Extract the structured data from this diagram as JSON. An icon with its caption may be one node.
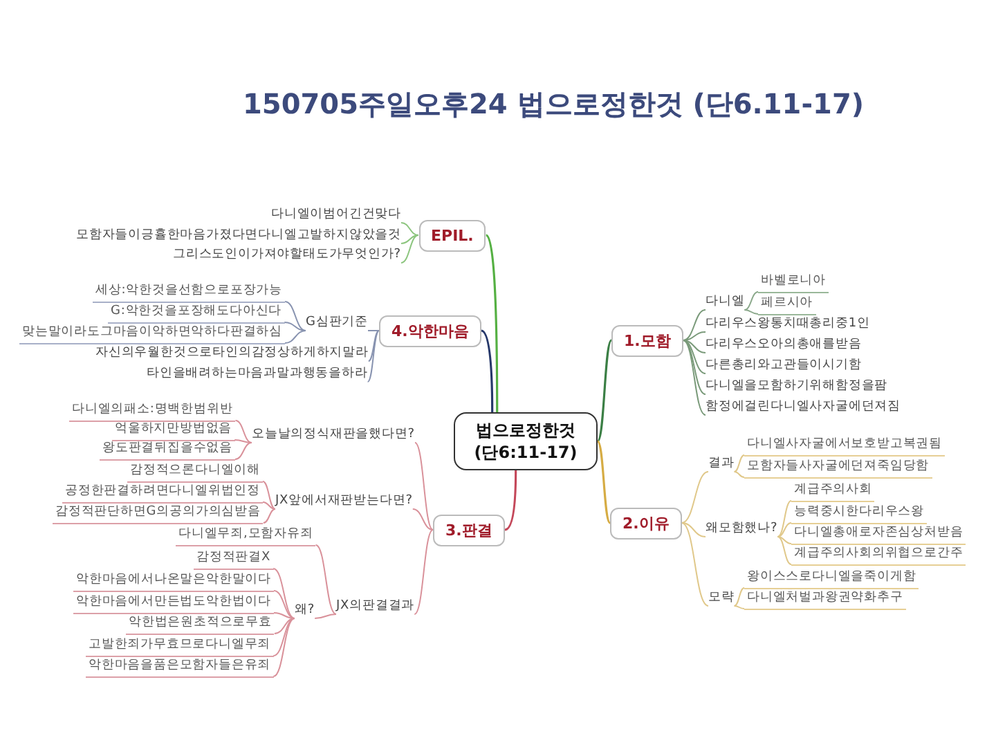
{
  "diagram": {
    "title": "150705주일오후24 법으로정한것 (단6.11-17)",
    "nodes": [
      {
        "text": [
          "법으로정한것 (단6:11-17)"
        ]
      },
      {
        "text": [
          "1.모함"
        ]
      },
      {
        "text": [
          "다니엘"
        ]
      },
      {
        "text": [
          "바벨로니아"
        ]
      },
      {
        "text": [
          "페르시아"
        ]
      },
      {
        "text": [
          "다리우스왕통치때총리중1인"
        ]
      },
      {
        "text": [
          "다리우스오아의총애를받음"
        ]
      },
      {
        "text": [
          "다른총리와고관들이시기함"
        ]
      },
      {
        "text": [
          "다니엘을모함하기위해함정을팜"
        ]
      },
      {
        "text": [
          "함정에걸린다니엘사자굴에던져짐"
        ]
      },
      {
        "text": [
          "2.이유"
        ]
      },
      {
        "text": [
          "결과"
        ]
      },
      {
        "text": [
          "다니엘사자굴에서보호받고복권됨"
        ]
      },
      {
        "text": [
          "모함자들사자굴에던져죽임당함"
        ]
      },
      {
        "text": [
          "왜모함했나?"
        ]
      },
      {
        "text": [
          "계급주의사회"
        ]
      },
      {
        "text": [
          "능력중시한다리우스왕"
        ]
      },
      {
        "text": [
          "다니엘총애로자존심상처받음"
        ]
      },
      {
        "text": [
          "계급주의사회의위협으로간주"
        ]
      },
      {
        "text": [
          "모략"
        ]
      },
      {
        "text": [
          "왕이스스로다니엘을죽이게함"
        ]
      },
      {
        "text": [
          "다니엘처벌과왕권약화추구"
        ]
      },
      {
        "text": [
          "3.판결"
        ]
      },
      {
        "text": [
          "오늘날의정식재판을했다면?"
        ]
      },
      {
        "text": [
          "다니엘의패소:명백한범위반"
        ]
      },
      {
        "text": [
          "억울하지만방법없음"
        ]
      },
      {
        "text": [
          "왕도판결뒤집을수없음"
        ]
      },
      {
        "text": [
          "JX앞에서재판받는다면?"
        ]
      },
      {
        "text": [
          "감정적으론다니엘이해"
        ]
      },
      {
        "text": [
          "공정한판결하려면다니엘위법인정"
        ]
      },
      {
        "text": [
          "감정적판단하면G의공의가의심받음"
        ]
      },
      {
        "text": [
          "JX의판결결과"
        ]
      },
      {
        "text": [
          "다니엘무죄,모함자유죄"
        ]
      },
      {
        "text": [
          "왜?"
        ]
      },
      {
        "text": [
          "감정적판결X"
        ]
      },
      {
        "text": [
          "악한마음에서나온말은악한말이다"
        ]
      },
      {
        "text": [
          "악한마음에서만든법도악한법이다"
        ]
      },
      {
        "text": [
          "악한법은원초적으로무효"
        ]
      },
      {
        "text": [
          "고발한죄가무효므로다니엘무죄"
        ]
      },
      {
        "text": [
          "악한마음을품은모함자들은유죄"
        ]
      },
      {
        "text": [
          "4.악한마음"
        ]
      },
      {
        "text": [
          "G심판기준"
        ]
      },
      {
        "text": [
          "세상:악한것을선함으로포장가능"
        ]
      },
      {
        "text": [
          "G:악한것을포장해도다아신다"
        ]
      },
      {
        "text": [
          "맞는말이라도그마음이악하면악하다판결하심"
        ]
      },
      {
        "text": [
          "자신의우월한것으로타인의감정상하게하지말라"
        ]
      },
      {
        "text": [
          "타인을배려하는마음과말과행동을하라"
        ]
      },
      {
        "text": [
          "EPIL."
        ]
      },
      {
        "text": [
          "다니엘이범어긴건맞다"
        ]
      },
      {
        "text": [
          "모함자들이긍휼한마음가졌다면다니엘고발하지않았을것"
        ]
      },
      {
        "text": [
          "그리스도인이가져야할태도가무엇인가?"
        ]
      }
    ],
    "edges": [
      {
        "from": 0,
        "to": 1,
        "arrow": "none",
        "color": "#3b7f45"
      },
      {
        "from": 1,
        "to": 2,
        "arrow": "none",
        "color": "#7a9a7a"
      },
      {
        "from": 2,
        "to": 3,
        "arrow": "none",
        "color": "#8aa88a"
      },
      {
        "from": 2,
        "to": 4,
        "arrow": "none",
        "color": "#8aa88a"
      },
      {
        "from": 1,
        "to": 5,
        "arrow": "none",
        "color": "#7a9a7a"
      },
      {
        "from": 1,
        "to": 6,
        "arrow": "none",
        "color": "#7a9a7a"
      },
      {
        "from": 1,
        "to": 7,
        "arrow": "none",
        "color": "#7a9a7a"
      },
      {
        "from": 1,
        "to": 8,
        "arrow": "none",
        "color": "#7a9a7a"
      },
      {
        "from": 1,
        "to": 9,
        "arrow": "none",
        "color": "#7a9a7a"
      },
      {
        "from": 0,
        "to": 10,
        "arrow": "none",
        "color": "#d6ac44"
      },
      {
        "from": 10,
        "to": 11,
        "arrow": "none",
        "color": "#e0c88a"
      },
      {
        "from": 11,
        "to": 12,
        "arrow": "none",
        "color": "#e0c88a"
      },
      {
        "from": 11,
        "to": 13,
        "arrow": "none",
        "color": "#e0c88a"
      },
      {
        "from": 10,
        "to": 14,
        "arrow": "none",
        "color": "#e0c88a"
      },
      {
        "from": 14,
        "to": 15,
        "arrow": "none",
        "color": "#e0c88a"
      },
      {
        "from": 14,
        "to": 16,
        "arrow": "none",
        "color": "#e0c88a"
      },
      {
        "from": 14,
        "to": 17,
        "arrow": "none",
        "color": "#e0c88a"
      },
      {
        "from": 14,
        "to": 18,
        "arrow": "none",
        "color": "#e0c88a"
      },
      {
        "from": 10,
        "to": 19,
        "arrow": "none",
        "color": "#e0c88a"
      },
      {
        "from": 19,
        "to": 20,
        "arrow": "none",
        "color": "#e0c88a"
      },
      {
        "from": 19,
        "to": 21,
        "arrow": "none",
        "color": "#e0c88a"
      },
      {
        "from": 0,
        "to": 22,
        "arrow": "none",
        "color": "#c4485a"
      },
      {
        "from": 22,
        "to": 23,
        "arrow": "none",
        "color": "#d9919a"
      },
      {
        "from": 23,
        "to": 24,
        "arrow": "none",
        "color": "#d9919a"
      },
      {
        "from": 23,
        "to": 25,
        "arrow": "none",
        "color": "#d9919a"
      },
      {
        "from": 23,
        "to": 26,
        "arrow": "none",
        "color": "#d9919a"
      },
      {
        "from": 22,
        "to": 27,
        "arrow": "none",
        "color": "#d9919a"
      },
      {
        "from": 27,
        "to": 28,
        "arrow": "none",
        "color": "#d9919a"
      },
      {
        "from": 27,
        "to": 29,
        "arrow": "none",
        "color": "#d9919a"
      },
      {
        "from": 27,
        "to": 30,
        "arrow": "none",
        "color": "#d9919a"
      },
      {
        "from": 22,
        "to": 31,
        "arrow": "none",
        "color": "#d9919a"
      },
      {
        "from": 31,
        "to": 32,
        "arrow": "none",
        "color": "#d9919a"
      },
      {
        "from": 31,
        "to": 33,
        "arrow": "none",
        "color": "#d9919a"
      },
      {
        "from": 33,
        "to": 34,
        "arrow": "none",
        "color": "#d9919a"
      },
      {
        "from": 33,
        "to": 35,
        "arrow": "none",
        "color": "#d9919a"
      },
      {
        "from": 33,
        "to": 36,
        "arrow": "none",
        "color": "#d9919a"
      },
      {
        "from": 33,
        "to": 37,
        "arrow": "none",
        "color": "#d9919a"
      },
      {
        "from": 33,
        "to": 38,
        "arrow": "none",
        "color": "#d9919a"
      },
      {
        "from": 33,
        "to": 39,
        "arrow": "none",
        "color": "#d9919a"
      },
      {
        "from": 0,
        "to": 40,
        "arrow": "none",
        "color": "#26386a"
      },
      {
        "from": 40,
        "to": 41,
        "arrow": "none",
        "color": "#8893b0"
      },
      {
        "from": 41,
        "to": 42,
        "arrow": "none",
        "color": "#8893b0"
      },
      {
        "from": 41,
        "to": 43,
        "arrow": "none",
        "color": "#8893b0"
      },
      {
        "from": 41,
        "to": 44,
        "arrow": "none",
        "color": "#8893b0"
      },
      {
        "from": 40,
        "to": 45,
        "arrow": "none",
        "color": "#8893b0"
      },
      {
        "from": 40,
        "to": 46,
        "arrow": "none",
        "color": "#8893b0"
      },
      {
        "from": 0,
        "to": 47,
        "arrow": "none",
        "color": "#55b043"
      },
      {
        "from": 47,
        "to": 48,
        "arrow": "none",
        "color": "#8cc57e"
      },
      {
        "from": 47,
        "to": 49,
        "arrow": "none",
        "color": "#8cc57e"
      },
      {
        "from": 47,
        "to": 50,
        "arrow": "none",
        "color": "#8cc57e"
      }
    ]
  }
}
